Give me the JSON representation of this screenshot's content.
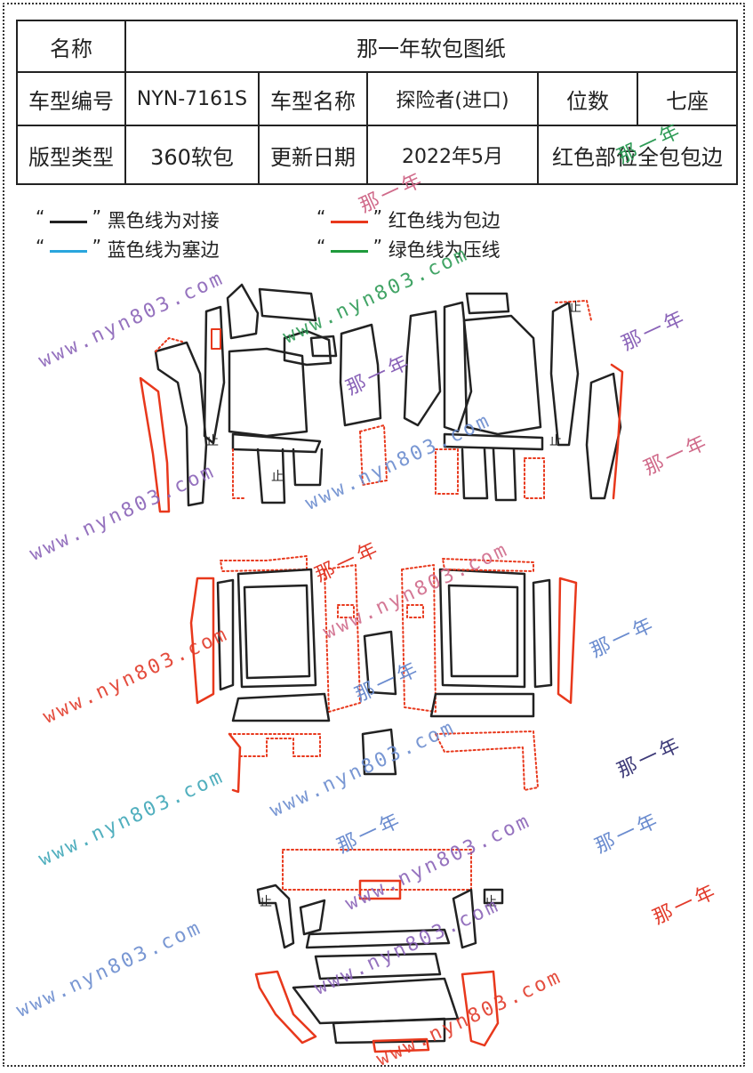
{
  "header": {
    "name_label": "名称",
    "name_value": "那一年软包图纸",
    "model_no_label": "车型编号",
    "model_no_value": "NYN-7161S",
    "model_name_label": "车型名称",
    "model_name_value": "探险者(进口)",
    "seats_label": "位数",
    "seats_value": "七座",
    "type_label": "版型类型",
    "type_value": "360软包",
    "date_label": "更新日期",
    "date_value": "2022年5月",
    "note_value": "红色部位全包包边"
  },
  "legend": [
    {
      "label": "黑色线为对接",
      "color": "#222222"
    },
    {
      "label": "红色线为包边",
      "color": "#e8381c"
    },
    {
      "label": "蓝色线为塞边",
      "color": "#2aa6dd"
    },
    {
      "label": "绿色线为压线",
      "color": "#1f9a3c"
    }
  ],
  "watermarks": {
    "site": "www.nyn803.com",
    "brand": "那一年"
  },
  "pattern_marks": {
    "stop_mark": "止"
  },
  "colors": {
    "black_line": "#222222",
    "red_line": "#e8381c",
    "watermark_purple": "#8a63b8",
    "watermark_blue": "#6b8ccf",
    "watermark_teal": "#3fa7b8",
    "watermark_pink": "#d06a8a",
    "watermark_green": "#2e9b56",
    "watermark_red": "#e23a2a"
  }
}
